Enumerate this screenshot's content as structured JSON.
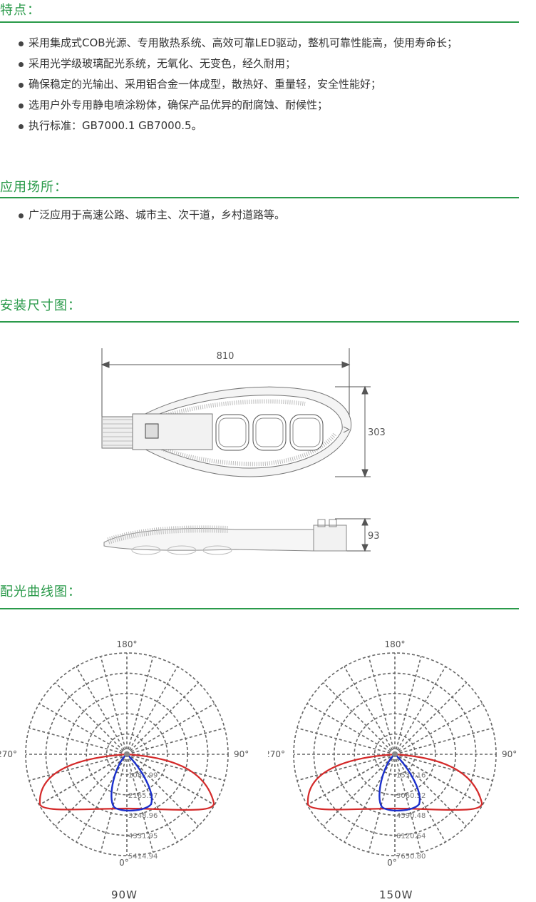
{
  "features": {
    "title": "特点：",
    "items": [
      "采用集成式COB光源、专用散热系统、高效可靠LED驱动，整机可靠性能高，使用寿命长；",
      "采用光学级玻璃配光系统，无氧化、无变色，经久耐用；",
      "确保稳定的光输出、采用铝合金一体成型，散热好、重量轻，安全性能好；",
      "选用户外专用静电喷涂粉体，确保产品优异的耐腐蚀、耐候性；",
      "执行标准：GB7000.1  GB7000.5。"
    ]
  },
  "applications": {
    "title": "应用场所：",
    "items": [
      "广泛应用于高速公路、城市主、次干道，乡村道路等。"
    ]
  },
  "dimensions": {
    "title": "安装尺寸图：",
    "length": "810",
    "width": "303",
    "height": "93"
  },
  "light_curves": {
    "title": "配光曲线图：",
    "angles": {
      "top": "180°",
      "left": "270°",
      "right": "90°",
      "bottom": "0°"
    },
    "charts": [
      {
        "caption": "90W",
        "ring_labels": [
          "1082.99",
          "2165.97",
          "3248.96",
          "4331.95",
          "5414.94"
        ]
      },
      {
        "caption": "150W",
        "ring_labels": [
          "1530.16",
          "3060.32",
          "4590.48",
          "6120.64",
          "7650.80"
        ]
      }
    ]
  },
  "colors": {
    "accent": "#2a9a4a",
    "curve_red": "#d42a2a",
    "curve_blue": "#1a2fcc"
  }
}
